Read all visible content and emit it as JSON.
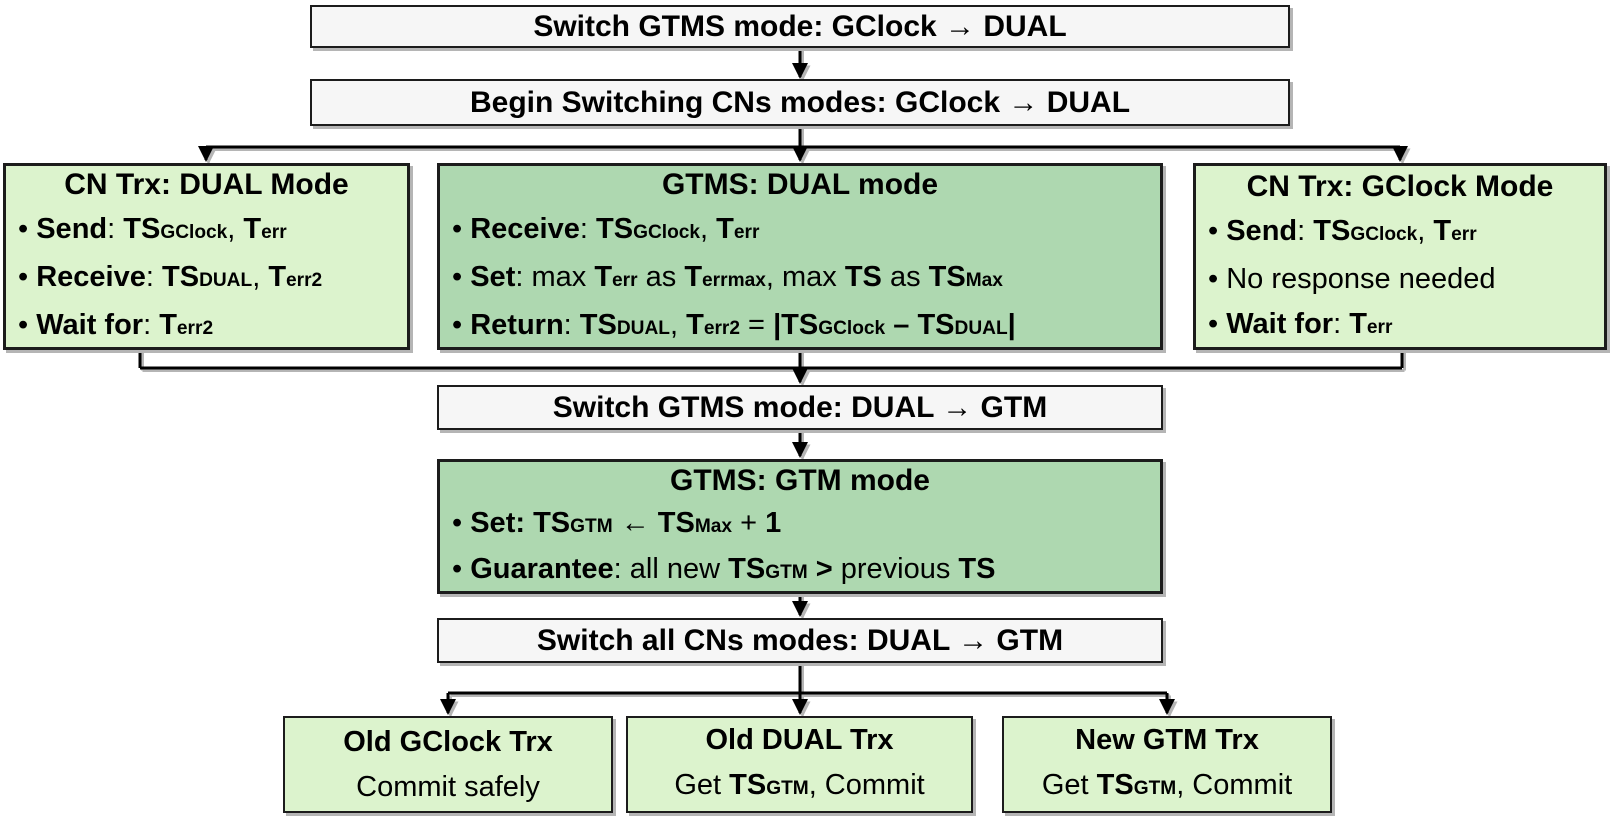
{
  "diagram": {
    "title_hint": "GTMS mode switching flowchart",
    "colors": {
      "header_fill": "#f6f6f6",
      "light_green": "#dcf3cd",
      "medium_green": "#aed8b0",
      "border": "#1c1c1c",
      "shadow": "#b5b5b5",
      "line": "#000000",
      "text": "#000000"
    },
    "nodes": {
      "step1": {
        "lines": [
          {
            "a": "c",
            "s": [
              {
                "t": "Switch GTMS mode: GClock → DUAL",
                "b": true
              }
            ]
          }
        ]
      },
      "step2": {
        "lines": [
          {
            "a": "c",
            "s": [
              {
                "t": "Begin Switching CNs modes: GClock → DUAL",
                "b": true
              }
            ]
          }
        ]
      },
      "cn_dual": {
        "lines": [
          {
            "a": "c",
            "title": true,
            "s": [
              {
                "t": "CN Trx: DUAL Mode",
                "b": true
              }
            ]
          },
          {
            "a": "l",
            "s": [
              {
                "t": "• "
              },
              {
                "t": "Send",
                "b": true
              },
              {
                "t": ": "
              },
              {
                "t": "TS",
                "b": true
              },
              {
                "t": "GClock",
                "b": true,
                "sub": true
              },
              {
                "t": ", "
              },
              {
                "t": "T",
                "b": true
              },
              {
                "t": "err",
                "b": true,
                "sub": true
              }
            ]
          },
          {
            "a": "l",
            "s": [
              {
                "t": "• "
              },
              {
                "t": "Receive",
                "b": true
              },
              {
                "t": ": "
              },
              {
                "t": "TS",
                "b": true
              },
              {
                "t": "DUAL",
                "b": true,
                "sub": true
              },
              {
                "t": ", "
              },
              {
                "t": "T",
                "b": true
              },
              {
                "t": "err2",
                "b": true,
                "sub": true
              }
            ]
          },
          {
            "a": "l",
            "s": [
              {
                "t": "• "
              },
              {
                "t": "Wait for",
                "b": true
              },
              {
                "t": ": "
              },
              {
                "t": "T",
                "b": true
              },
              {
                "t": "err2",
                "b": true,
                "sub": true
              }
            ]
          }
        ]
      },
      "gtms_dual": {
        "lines": [
          {
            "a": "c",
            "title": true,
            "s": [
              {
                "t": "GTMS: DUAL mode",
                "b": true
              }
            ]
          },
          {
            "a": "l",
            "s": [
              {
                "t": "• "
              },
              {
                "t": "Receive",
                "b": true
              },
              {
                "t": ": "
              },
              {
                "t": "TS",
                "b": true
              },
              {
                "t": "GClock",
                "b": true,
                "sub": true
              },
              {
                "t": ", "
              },
              {
                "t": "T",
                "b": true
              },
              {
                "t": "err",
                "b": true,
                "sub": true
              }
            ]
          },
          {
            "a": "l",
            "s": [
              {
                "t": "• "
              },
              {
                "t": "Set",
                "b": true
              },
              {
                "t": ": max "
              },
              {
                "t": "T",
                "b": true
              },
              {
                "t": "err",
                "b": true,
                "sub": true
              },
              {
                "t": " as "
              },
              {
                "t": "T",
                "b": true
              },
              {
                "t": "errmax",
                "b": true,
                "sub": true
              },
              {
                "t": ", max "
              },
              {
                "t": "TS",
                "b": true
              },
              {
                "t": " as "
              },
              {
                "t": "TS",
                "b": true
              },
              {
                "t": "Max",
                "b": true,
                "sub": true
              }
            ]
          },
          {
            "a": "l",
            "s": [
              {
                "t": "• "
              },
              {
                "t": "Return",
                "b": true
              },
              {
                "t": ": "
              },
              {
                "t": "TS",
                "b": true
              },
              {
                "t": "DUAL",
                "b": true,
                "sub": true
              },
              {
                "t": ", "
              },
              {
                "t": "T",
                "b": true
              },
              {
                "t": "err2",
                "b": true,
                "sub": true
              },
              {
                "t": " = "
              },
              {
                "t": "|TS",
                "b": true
              },
              {
                "t": "GClock",
                "b": true,
                "sub": true
              },
              {
                "t": " – ",
                "b": true
              },
              {
                "t": "TS",
                "b": true
              },
              {
                "t": "DUAL",
                "b": true,
                "sub": true
              },
              {
                "t": "|",
                "b": true
              }
            ]
          }
        ]
      },
      "cn_gclock": {
        "lines": [
          {
            "a": "c",
            "title": true,
            "s": [
              {
                "t": "CN Trx: GClock Mode",
                "b": true
              }
            ]
          },
          {
            "a": "l",
            "s": [
              {
                "t": "• "
              },
              {
                "t": "Send",
                "b": true
              },
              {
                "t": ": "
              },
              {
                "t": "TS",
                "b": true
              },
              {
                "t": "GClock",
                "b": true,
                "sub": true
              },
              {
                "t": ", "
              },
              {
                "t": "T",
                "b": true
              },
              {
                "t": "err",
                "b": true,
                "sub": true
              }
            ]
          },
          {
            "a": "l",
            "s": [
              {
                "t": "• No response needed"
              }
            ]
          },
          {
            "a": "l",
            "s": [
              {
                "t": "• "
              },
              {
                "t": "Wait for",
                "b": true
              },
              {
                "t": ": "
              },
              {
                "t": "T",
                "b": true
              },
              {
                "t": "err",
                "b": true,
                "sub": true
              }
            ]
          }
        ]
      },
      "step3": {
        "lines": [
          {
            "a": "c",
            "s": [
              {
                "t": "Switch GTMS mode: DUAL → GTM",
                "b": true
              }
            ]
          }
        ]
      },
      "gtms_gtm": {
        "lines": [
          {
            "a": "c",
            "title": true,
            "s": [
              {
                "t": "GTMS: GTM mode",
                "b": true
              }
            ]
          },
          {
            "a": "l",
            "s": [
              {
                "t": "• "
              },
              {
                "t": "Set",
                "b": true
              },
              {
                "t": ": ",
                "b": true
              },
              {
                "t": "TS",
                "b": true
              },
              {
                "t": "GTM",
                "b": true,
                "sub": true
              },
              {
                "t": " ← ",
                "b": true
              },
              {
                "t": "TS",
                "b": true
              },
              {
                "t": "Max",
                "b": true,
                "sub": true
              },
              {
                "t": " + "
              },
              {
                "t": "1",
                "b": true
              }
            ]
          },
          {
            "a": "l",
            "s": [
              {
                "t": "• "
              },
              {
                "t": "Guarantee",
                "b": true
              },
              {
                "t": ": all new "
              },
              {
                "t": "TS",
                "b": true
              },
              {
                "t": "GTM",
                "b": true,
                "sub": true
              },
              {
                "t": " > ",
                "b": true
              },
              {
                "t": "previous "
              },
              {
                "t": "TS",
                "b": true
              }
            ]
          }
        ]
      },
      "step4": {
        "lines": [
          {
            "a": "c",
            "s": [
              {
                "t": "Switch all CNs modes: DUAL → GTM",
                "b": true
              }
            ]
          }
        ]
      },
      "old_gclock": {
        "lines": [
          {
            "a": "c",
            "s": [
              {
                "t": "Old GClock Trx",
                "b": true
              }
            ]
          },
          {
            "a": "c",
            "s": [
              {
                "t": "Commit safely"
              }
            ]
          }
        ]
      },
      "old_dual": {
        "lines": [
          {
            "a": "c",
            "s": [
              {
                "t": "Old DUAL Trx",
                "b": true
              }
            ]
          },
          {
            "a": "c",
            "s": [
              {
                "t": "Get "
              },
              {
                "t": "TS",
                "b": true
              },
              {
                "t": "GTM",
                "b": true,
                "sub": true
              },
              {
                "t": ", Commit"
              }
            ]
          }
        ]
      },
      "new_gtm": {
        "lines": [
          {
            "a": "c",
            "s": [
              {
                "t": "New GTM Trx",
                "b": true
              }
            ]
          },
          {
            "a": "c",
            "s": [
              {
                "t": "Get "
              },
              {
                "t": "TS",
                "b": true
              },
              {
                "t": "GTM",
                "b": true,
                "sub": true
              },
              {
                "t": ", Commit"
              }
            ]
          }
        ]
      }
    }
  }
}
